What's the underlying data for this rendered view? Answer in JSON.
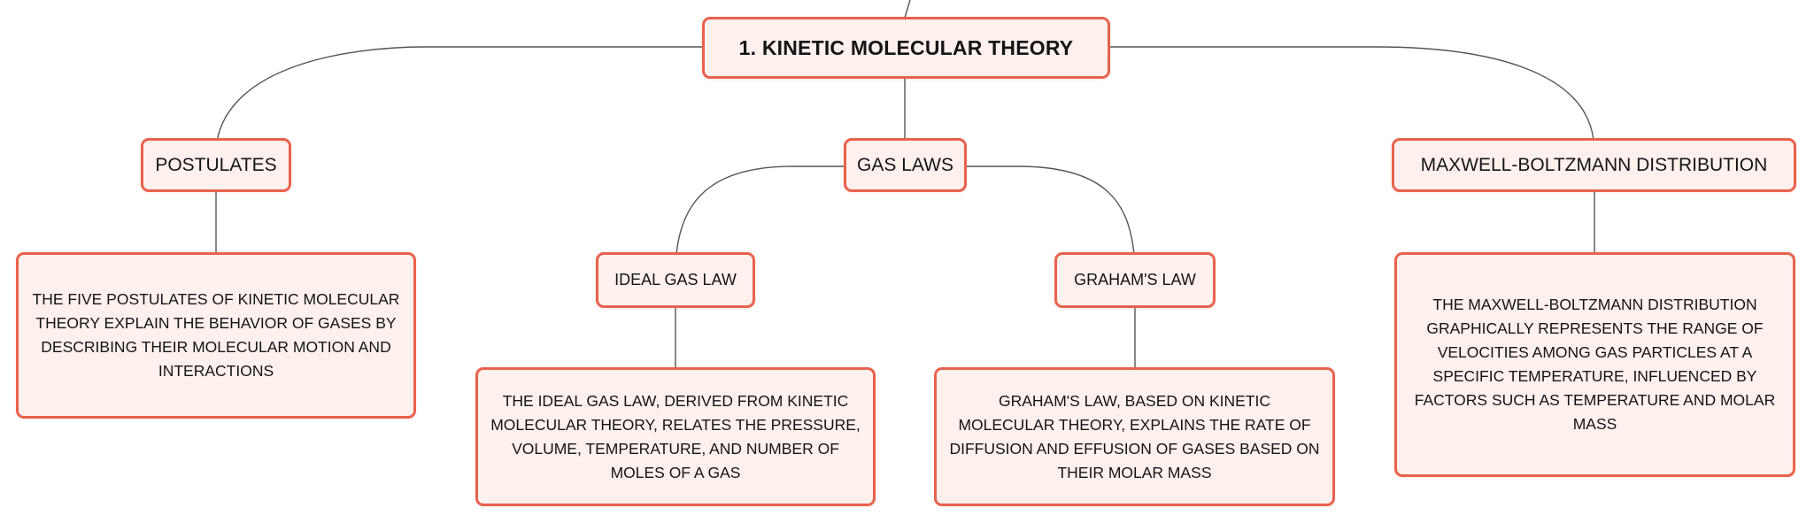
{
  "colors": {
    "node_border": "#e8624d",
    "node_fill": "#fdf0ed",
    "connector": "#555555",
    "text": "#151515"
  },
  "mindmap": {
    "root": {
      "label": "1. KINETIC MOLECULAR THEORY"
    },
    "postulates": {
      "label": "POSTULATES",
      "description": "THE FIVE POSTULATES OF KINETIC MOLECULAR THEORY EXPLAIN THE BEHAVIOR OF GASES BY DESCRIBING THEIR MOLECULAR MOTION AND INTERACTIONS"
    },
    "gas_laws": {
      "label": "GAS LAWS",
      "ideal_gas_law": {
        "label": "IDEAL GAS LAW",
        "description": "THE IDEAL GAS LAW, DERIVED FROM KINETIC MOLECULAR THEORY, RELATES THE PRESSURE, VOLUME, TEMPERATURE, AND NUMBER OF MOLES OF A GAS"
      },
      "grahams_law": {
        "label": "GRAHAM'S LAW",
        "description": "GRAHAM'S LAW, BASED ON KINETIC MOLECULAR THEORY, EXPLAINS THE RATE OF DIFFUSION AND EFFUSION OF GASES BASED ON THEIR MOLAR MASS"
      }
    },
    "maxwell_boltzmann": {
      "label": "MAXWELL-BOLTZMANN DISTRIBUTION",
      "description": "THE MAXWELL-BOLTZMANN DISTRIBUTION GRAPHICALLY REPRESENTS THE RANGE OF VELOCITIES AMONG GAS PARTICLES AT A SPECIFIC TEMPERATURE, INFLUENCED BY FACTORS SUCH AS TEMPERATURE AND MOLAR MASS"
    }
  }
}
